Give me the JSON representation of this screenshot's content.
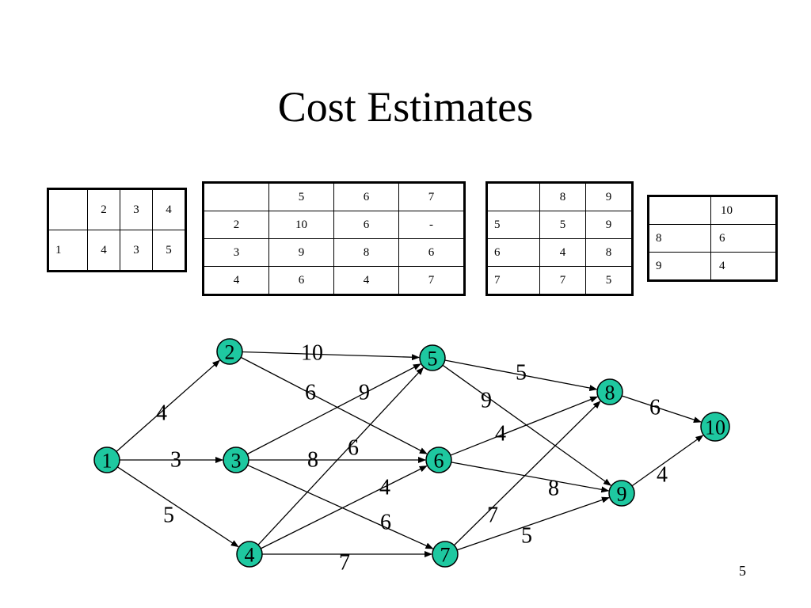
{
  "title": "Cost Estimates",
  "page_number": "5",
  "node_fill": "#1ec8a0",
  "tables": [
    {
      "rows": [
        [
          "",
          "2",
          "3",
          "4"
        ],
        [
          "1",
          "4",
          "3",
          "5"
        ]
      ]
    },
    {
      "rows": [
        [
          "",
          "5",
          "6",
          "7"
        ],
        [
          "2",
          "10",
          "6",
          "-"
        ],
        [
          "3",
          "9",
          "8",
          "6"
        ],
        [
          "4",
          "6",
          "4",
          "7"
        ]
      ]
    },
    {
      "rows": [
        [
          "",
          "8",
          "9"
        ],
        [
          "5",
          "5",
          "9"
        ],
        [
          "6",
          "4",
          "8"
        ],
        [
          "7",
          "7",
          "5"
        ]
      ]
    },
    {
      "rows": [
        [
          "",
          "10"
        ],
        [
          "8",
          "6"
        ],
        [
          "9",
          "4"
        ]
      ]
    }
  ],
  "network": {
    "nodes": [
      "1",
      "2",
      "3",
      "4",
      "5",
      "6",
      "7",
      "8",
      "9",
      "10"
    ],
    "edges": [
      {
        "from": "1",
        "to": "2",
        "cost": "4"
      },
      {
        "from": "1",
        "to": "3",
        "cost": "3"
      },
      {
        "from": "1",
        "to": "4",
        "cost": "5"
      },
      {
        "from": "2",
        "to": "5",
        "cost": "10"
      },
      {
        "from": "2",
        "to": "6",
        "cost": "6"
      },
      {
        "from": "3",
        "to": "5",
        "cost": "9"
      },
      {
        "from": "3",
        "to": "6",
        "cost": "8"
      },
      {
        "from": "3",
        "to": "7",
        "cost": "6"
      },
      {
        "from": "4",
        "to": "5",
        "cost": "6"
      },
      {
        "from": "4",
        "to": "6",
        "cost": "4"
      },
      {
        "from": "4",
        "to": "7",
        "cost": "7"
      },
      {
        "from": "5",
        "to": "8",
        "cost": "5"
      },
      {
        "from": "5",
        "to": "9",
        "cost": "9"
      },
      {
        "from": "6",
        "to": "8",
        "cost": "4"
      },
      {
        "from": "6",
        "to": "9",
        "cost": "8"
      },
      {
        "from": "7",
        "to": "8",
        "cost": "7"
      },
      {
        "from": "7",
        "to": "9",
        "cost": "5"
      },
      {
        "from": "8",
        "to": "10",
        "cost": "6"
      },
      {
        "from": "9",
        "to": "10",
        "cost": "4"
      }
    ]
  }
}
